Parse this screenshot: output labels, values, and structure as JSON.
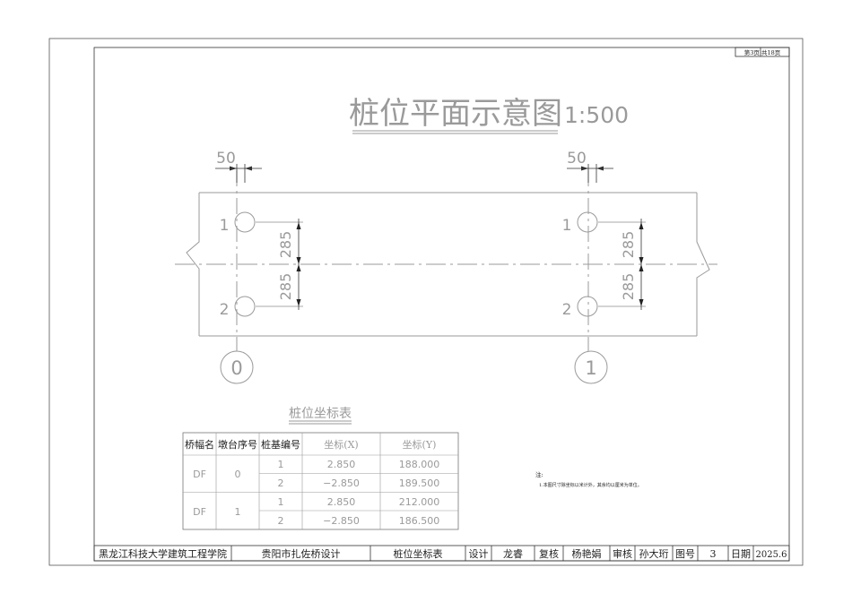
{
  "page_info": "第3页  共18页",
  "title": "桩位平面示意图",
  "scale": "1:500",
  "dims": {
    "spacing_left": "50",
    "spacing_right": "50",
    "pile_offset": "285"
  },
  "pile_labels": [
    "1",
    "2"
  ],
  "axis_labels": [
    "0",
    "1"
  ],
  "table": {
    "title": "桩位坐标表",
    "headers": [
      "桥幅名",
      "墩台序号",
      "桩基编号",
      "坐标(X)",
      "坐标(Y)"
    ],
    "groups": [
      {
        "name": "DF",
        "pier": "0",
        "rows": [
          {
            "pile": "1",
            "x": "2.850",
            "y": "188.000"
          },
          {
            "pile": "2",
            "x": "−2.850",
            "y": "189.500"
          }
        ]
      },
      {
        "name": "DF",
        "pier": "1",
        "rows": [
          {
            "pile": "1",
            "x": "2.850",
            "y": "212.000"
          },
          {
            "pile": "2",
            "x": "−2.850",
            "y": "186.500"
          }
        ]
      }
    ]
  },
  "notes": {
    "heading": "注:",
    "line1": "1.本图尺寸除坐标以米计外，其余均以厘米为单位。"
  },
  "title_block": {
    "school": "黑龙江科技大学建筑工程学院",
    "project": "贵阳市扎佐桥设计",
    "drawing": "桩位坐标表",
    "design_label": "设计",
    "design_name": "龙睿",
    "review_label": "复核",
    "review_name": "杨艳娟",
    "audit_label": "审核",
    "audit_name": "孙大珩",
    "fig_label": "图号",
    "fig_no": "3",
    "date_label": "日期",
    "date": "2025.6"
  }
}
